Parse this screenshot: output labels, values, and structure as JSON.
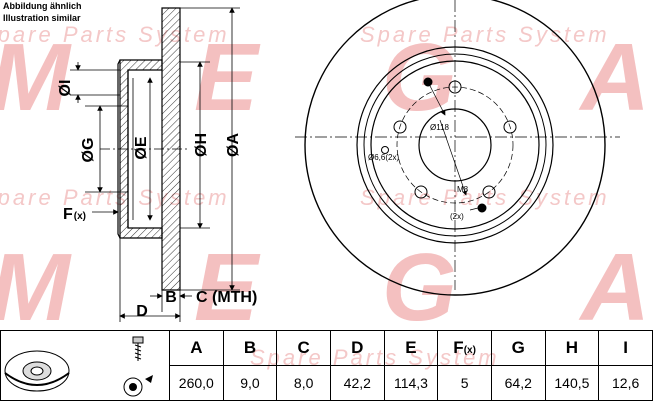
{
  "notes": {
    "de": "Abbildung ähnlich",
    "en": "Illustration similar"
  },
  "watermark": {
    "main": "MEGA",
    "sub": "Spare Parts System"
  },
  "section_labels": {
    "I": "ØI",
    "G": "ØG",
    "E": "ØE",
    "H": "ØH",
    "A": "ØA",
    "F": "F",
    "F_sub": "(x)",
    "B": "B",
    "C": "C (MTH)",
    "D": "D"
  },
  "face_labels": {
    "pcd": "Ø118",
    "holes": "Ø6,6(2x)",
    "screw": "M8",
    "screw_count": "(2x)"
  },
  "spec_table": {
    "headers": [
      "A",
      "B",
      "C",
      "D",
      "E",
      "F",
      "G",
      "H",
      "I"
    ],
    "header_F_sub": "(x)",
    "values": [
      "260,0",
      "9,0",
      "8,0",
      "42,2",
      "114,3",
      "5",
      "64,2",
      "140,5",
      "12,6"
    ]
  },
  "colors": {
    "watermark": "#f2b4b4",
    "line": "#000000",
    "hatch": "#000000"
  }
}
